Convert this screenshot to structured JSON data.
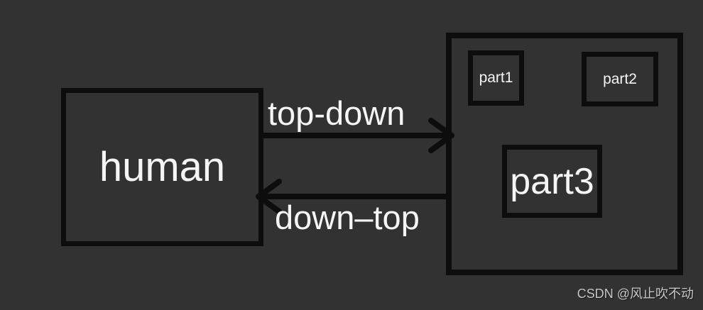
{
  "colors": {
    "background": "#323232",
    "line_and_border": "#0d0d0d",
    "node_text": "#f5f5f5",
    "watermark_text": "#c6c6c6"
  },
  "diagram": {
    "human": {
      "label": "human"
    },
    "parts": [
      {
        "label": "part1"
      },
      {
        "label": "part2"
      },
      {
        "label": "part3"
      }
    ],
    "arrows": [
      {
        "label": "top-down",
        "direction": "left-to-right"
      },
      {
        "label": "down–top",
        "direction": "right-to-left"
      }
    ]
  },
  "watermark": {
    "text": "CSDN @风止吹不动"
  }
}
